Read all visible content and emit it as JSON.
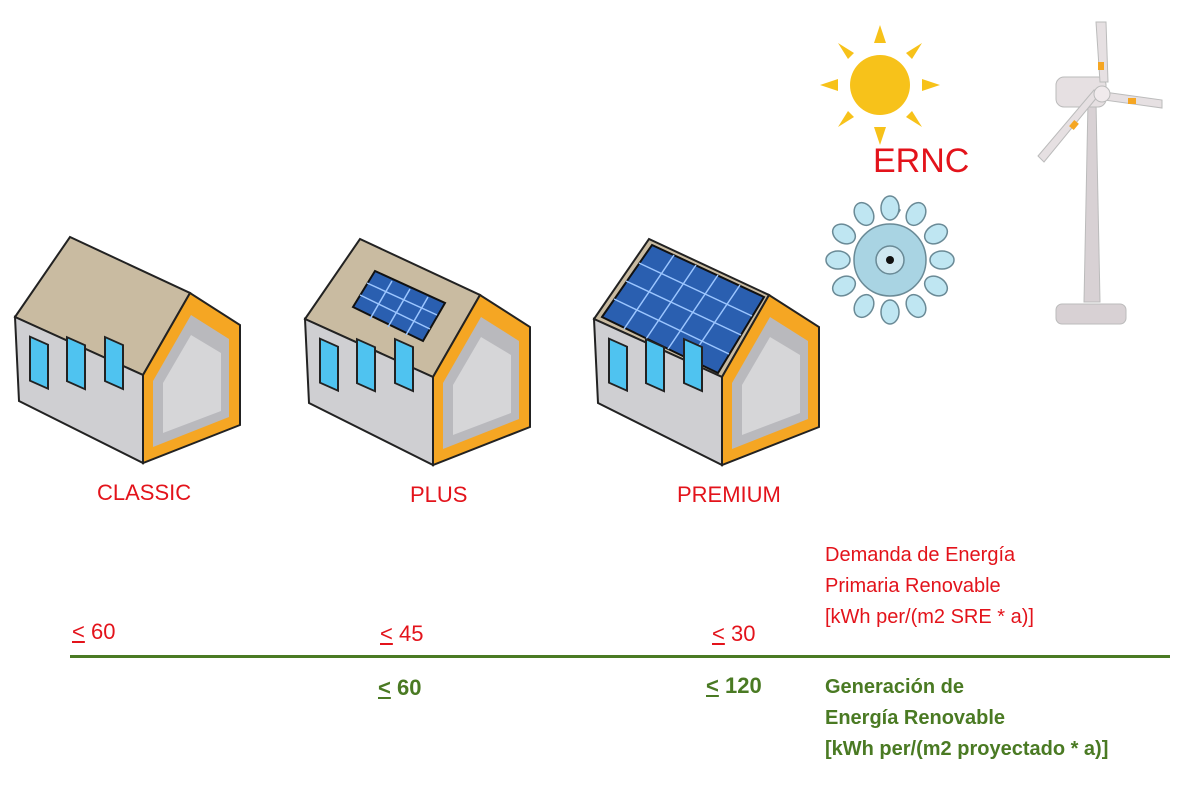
{
  "houses": [
    {
      "label": "CLASSIC",
      "demand_symbol": "<",
      "demand_value": "60"
    },
    {
      "label": "PLUS",
      "demand_symbol": "<",
      "demand_value": "45",
      "generation_symbol": "<",
      "generation_value": "60"
    },
    {
      "label": "PREMIUM",
      "demand_symbol": "<",
      "demand_value": "30",
      "generation_symbol": "<",
      "generation_value": "120"
    }
  ],
  "ernc_label": "ERNC",
  "demand_legend": {
    "line1": "Demanda de Energía",
    "line2": "Primaria Renovable",
    "line3": "[kWh per/(m2 SRE * a)]"
  },
  "generation_legend": {
    "line1": "Generación de",
    "line2": "Energía Renovable",
    "line3": "[kWh per/(m2 proyectado * a)]"
  },
  "icons": [
    "sun-icon",
    "water-turbine-icon",
    "wind-turbine-icon"
  ],
  "colors": {
    "demand": "#e3131b",
    "generation": "#4a7a23",
    "frame": "#f5a623",
    "roof": "#c9bba1",
    "window": "#4fc3f0",
    "solar_panel": "#2a5fb0"
  }
}
